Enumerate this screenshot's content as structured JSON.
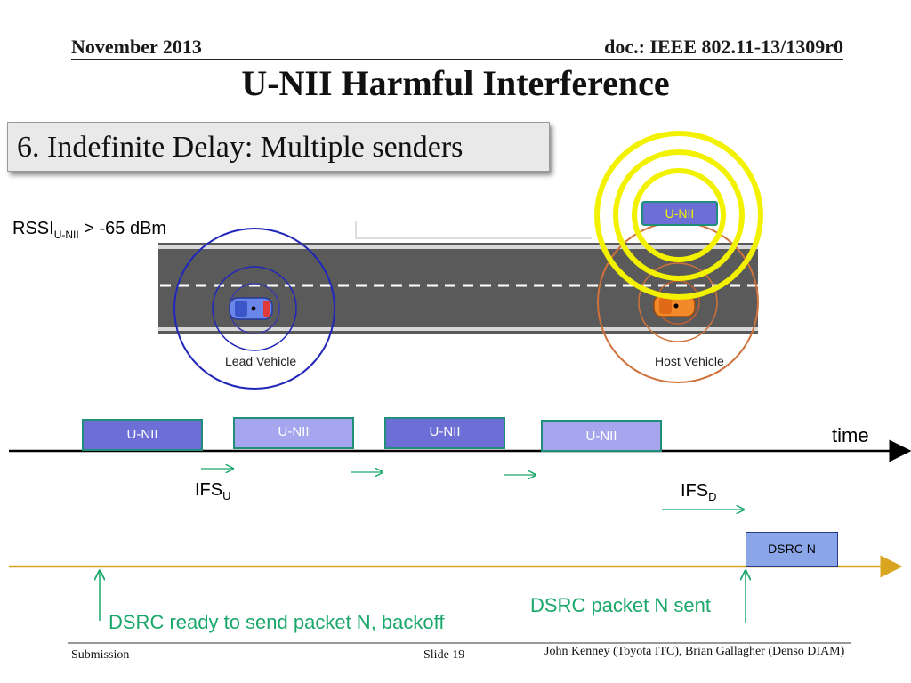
{
  "header": {
    "date": "November 2013",
    "doc_id": "doc.: IEEE 802.11-13/1309r0"
  },
  "slide": {
    "title": "U-NII Harmful Interference",
    "subtitle": "6. Indefinite Delay: Multiple senders"
  },
  "diagram": {
    "rssi_base": "RSSI",
    "rssi_sub": "U-NII",
    "rssi_rest": " > -65 dBm",
    "unii_tower_label": "U-NII",
    "lead_vehicle_label": "Lead Vehicle",
    "host_vehicle_label": "Host Vehicle",
    "time_label": "time",
    "unii_boxes": [
      "U-NII",
      "U-NII",
      "U-NII",
      "U-NII"
    ],
    "ifs_u_base": "IFS",
    "ifs_u_sub": "U",
    "ifs_d_base": "IFS",
    "ifs_d_sub": "D",
    "dsrc_box": "DSRC N",
    "dsrc_sent": "DSRC packet N sent",
    "dsrc_ready": "DSRC ready to send packet N, backoff"
  },
  "footer": {
    "left": "Submission",
    "center": "Slide 19",
    "right": "John Kenney (Toyota ITC), Brian Gallagher (Denso DIAM)"
  },
  "colors": {
    "road": "#5a5a5a",
    "lead_ring": "#2026b8",
    "host_ring": "#d0713a",
    "yellow_ring": "#f2f200",
    "unii_dark": "#6e6fd6",
    "unii_light": "#a6a6ee",
    "dsrc_box": "#8aa6e8",
    "dsrc_line": "#d9a520",
    "green": "#1aa86a"
  }
}
